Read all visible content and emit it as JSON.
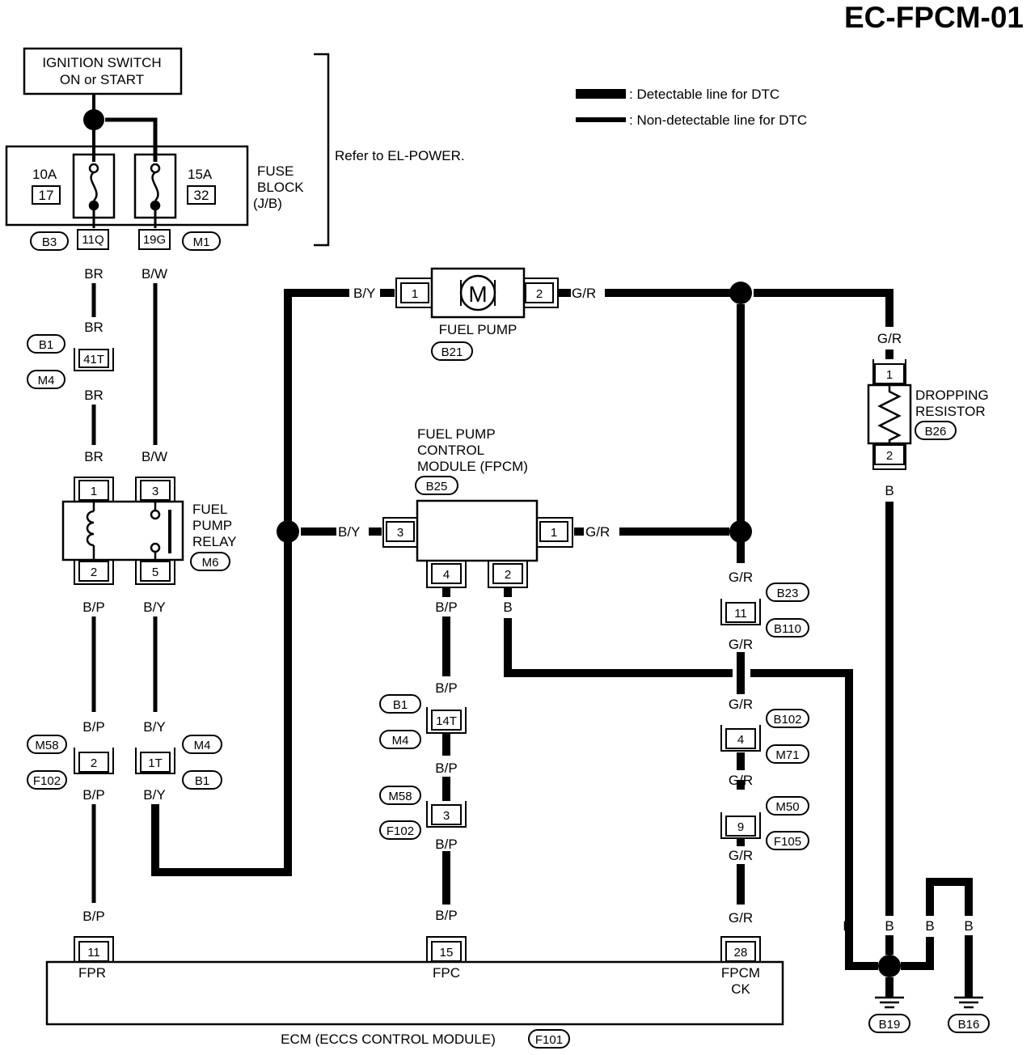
{
  "page_code": "EC-FPCM-01",
  "legend": {
    "detectable": ": Detectable line for DTC",
    "non_detectable": ": Non-detectable line for DTC"
  },
  "ignition_switch": {
    "line1": "IGNITION SWITCH",
    "line2": "ON or START"
  },
  "refer_note": "Refer to EL-POWER.",
  "fuse_block": {
    "line1": "FUSE",
    "line2": "BLOCK",
    "line3": "(J/B)",
    "fuse_left_amp": "10A",
    "fuse_left_num": "17",
    "fuse_right_amp": "15A",
    "fuse_right_num": "32",
    "term_left": "11Q",
    "term_right": "19G",
    "conn_left": "B3",
    "conn_right": "M1"
  },
  "fuel_pump": {
    "label": "FUEL PUMP",
    "conn": "B21",
    "motor": "M",
    "pin1": "1",
    "pin2": "2"
  },
  "dropping_resistor": {
    "line1": "DROPPING",
    "line2": "RESISTOR",
    "conn": "B26",
    "pin1": "1",
    "pin2": "2"
  },
  "fpcm": {
    "line1": "FUEL PUMP",
    "line2": "CONTROL",
    "line3": "MODULE (FPCM)",
    "conn": "B25",
    "pin1": "1",
    "pin2": "2",
    "pin3": "3",
    "pin4": "4"
  },
  "relay": {
    "line1": "FUEL",
    "line2": "PUMP",
    "line3": "RELAY",
    "conn": "M6",
    "pin1": "1",
    "pin2": "2",
    "pin3": "3",
    "pin5": "5"
  },
  "wires": {
    "br": "BR",
    "bw": "B/W",
    "by": "B/Y",
    "bp": "B/P",
    "gr": "G/R",
    "b": "B"
  },
  "connectors": {
    "c41t": {
      "pin": "41T",
      "top": "B1",
      "bottom": "M4"
    },
    "c2": {
      "pin": "2",
      "top": "M58",
      "bottom": "F102"
    },
    "c1t": {
      "pin": "1T",
      "top": "M4",
      "bottom": "B1"
    },
    "c14t": {
      "pin": "14T",
      "top": "B1",
      "bottom": "M4"
    },
    "c3": {
      "pin": "3",
      "top": "M58",
      "bottom": "F102"
    },
    "c11": {
      "pin": "11",
      "top": "B23",
      "bottom": "B110"
    },
    "c4": {
      "pin": "4",
      "top": "B102",
      "bottom": "M71"
    },
    "c9": {
      "pin": "9",
      "top": "M50",
      "bottom": "F105"
    }
  },
  "ecm": {
    "label": "ECM (ECCS CONTROL  MODULE)",
    "conn": "F101",
    "pin_fpr": "11",
    "fpr": "FPR",
    "pin_fpc": "15",
    "fpc": "FPC",
    "pin_fpcm": "28",
    "fpcm_line1": "FPCM",
    "fpcm_line2": "CK"
  },
  "grounds": {
    "g1": "B19",
    "g2": "B16"
  }
}
